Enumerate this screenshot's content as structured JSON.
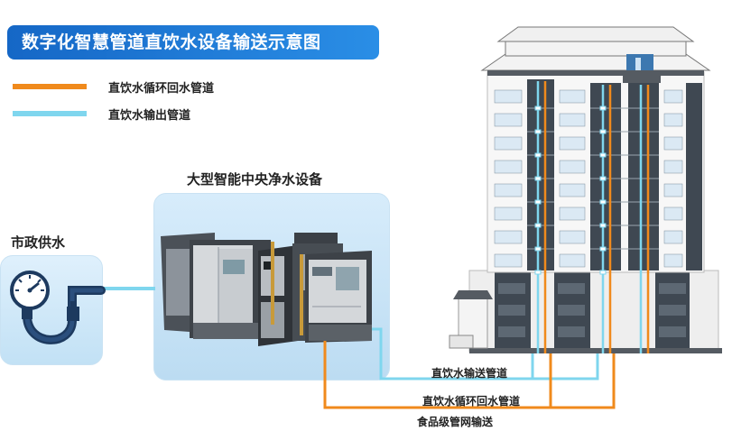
{
  "title": "数字化智慧管道直饮水设备输送示意图",
  "legend": [
    {
      "label": "直饮水循环回水管道",
      "color": "#f08a1c"
    },
    {
      "label": "直饮水输出管道",
      "color": "#7fd6ee"
    }
  ],
  "device_title": "大型智能中央净水设备",
  "supply_title": "市政供水",
  "pipe_labels": {
    "output": "直饮水输送管道",
    "return": "直饮水循环回水管道",
    "food": "食品级管网输送"
  },
  "colors": {
    "orange_pipe": "#f08a1c",
    "blue_pipe": "#7fd6ee",
    "title_bg": "#1a72d0"
  }
}
